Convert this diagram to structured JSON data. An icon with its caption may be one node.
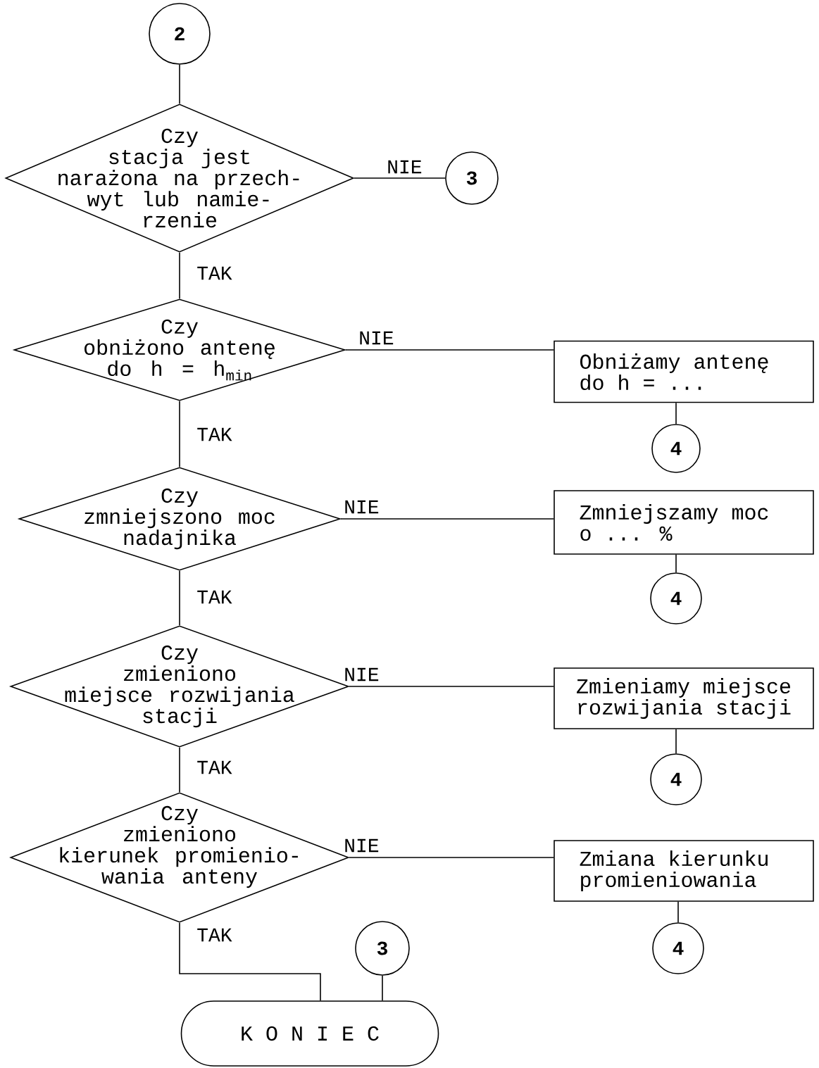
{
  "diagram": {
    "nodes": [
      {
        "text": [
          "2"
        ]
      },
      {
        "text": [
          "Czy stacja jest narażona na przech- wyt lub namie- rzenie"
        ]
      },
      {
        "text": [
          "3"
        ]
      },
      {
        "text": [
          "Czy obniżono antenę do h = h$_{min}$"
        ]
      },
      {
        "text": [
          "Obniżamy antenę do h = ..."
        ]
      },
      {
        "text": [
          "4"
        ]
      },
      {
        "text": [
          "Czy zmniejszono moc nadajnika"
        ]
      },
      {
        "text": [
          "Zmniejszamy moc o ... %"
        ]
      },
      {
        "text": [
          "4"
        ]
      },
      {
        "text": [
          "Czy zmieniono miejsce rozwijania stacji"
        ]
      },
      {
        "text": [
          "Zmieniamy miejsce rozwijania stacji"
        ]
      },
      {
        "text": [
          "4"
        ]
      },
      {
        "text": [
          "Czy zmieniono kierunek promienio- wania anteny"
        ]
      },
      {
        "text": [
          "Zmiana kierunku promieniowania"
        ]
      },
      {
        "text": [
          "4"
        ]
      },
      {
        "text": [
          "3"
        ]
      },
      {
        "text": [
          "K O N I E C"
        ]
      }
    ],
    "edges": [
      {
        "from": 0,
        "to": 1,
        "arrow": "none"
      },
      {
        "from": 1,
        "to": 2,
        "arrow": "none",
        "label": "NIE"
      },
      {
        "from": 1,
        "to": 3,
        "arrow": "none",
        "label": "TAK"
      },
      {
        "from": 3,
        "to": 4,
        "arrow": "none",
        "label": "NIE"
      },
      {
        "from": 4,
        "to": 5,
        "arrow": "none"
      },
      {
        "from": 3,
        "to": 6,
        "arrow": "none",
        "label": "TAK"
      },
      {
        "from": 6,
        "to": 7,
        "arrow": "none",
        "label": "NIE"
      },
      {
        "from": 7,
        "to": 8,
        "arrow": "none"
      },
      {
        "from": 6,
        "to": 9,
        "arrow": "none",
        "label": "TAK"
      },
      {
        "from": 9,
        "to": 10,
        "arrow": "none",
        "label": "NIE"
      },
      {
        "from": 10,
        "to": 11,
        "arrow": "none"
      },
      {
        "from": 9,
        "to": 12,
        "arrow": "none",
        "label": "TAK"
      },
      {
        "from": 12,
        "to": 13,
        "arrow": "none",
        "label": "NIE"
      },
      {
        "from": 13,
        "to": 14,
        "arrow": "none"
      },
      {
        "from": 12,
        "to": 16,
        "arrow": "none",
        "label": "TAK"
      },
      {
        "from": 15,
        "to": 16,
        "arrow": "none"
      }
    ]
  }
}
